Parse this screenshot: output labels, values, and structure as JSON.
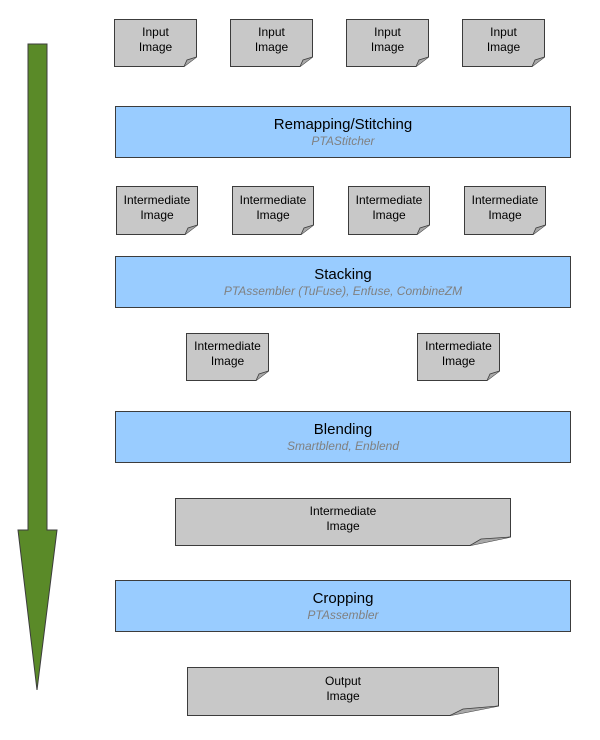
{
  "colors": {
    "arrow": "#5a8a28",
    "stage_fill": "#99ccff",
    "document_fill": "#c8c8c8",
    "outline": "#3c3c3c",
    "tool_text": "#808080"
  },
  "arrow_icon": "down-arrow-icon",
  "inputs": [
    {
      "line1": "Input",
      "line2": "Image"
    },
    {
      "line1": "Input",
      "line2": "Image"
    },
    {
      "line1": "Input",
      "line2": "Image"
    },
    {
      "line1": "Input",
      "line2": "Image"
    }
  ],
  "remap": {
    "title": "Remapping/Stitching",
    "tools": "PTAStitcher"
  },
  "intermediates_after_remap": [
    {
      "line1": "Intermediate",
      "line2": "Image"
    },
    {
      "line1": "Intermediate",
      "line2": "Image"
    },
    {
      "line1": "Intermediate",
      "line2": "Image"
    },
    {
      "line1": "Intermediate",
      "line2": "Image"
    }
  ],
  "stack": {
    "title": "Stacking",
    "tools": "PTAssembler (TuFuse), Enfuse, CombineZM"
  },
  "intermediates_after_stack": [
    {
      "line1": "Intermediate",
      "line2": "Image"
    },
    {
      "line1": "Intermediate",
      "line2": "Image"
    }
  ],
  "blend": {
    "title": "Blending",
    "tools": "Smartblend, Enblend"
  },
  "intermediate_after_blend": {
    "line1": "Intermediate",
    "line2": "Image"
  },
  "crop": {
    "title": "Cropping",
    "tools": "PTAssembler"
  },
  "output": {
    "line1": "Output",
    "line2": "Image"
  }
}
